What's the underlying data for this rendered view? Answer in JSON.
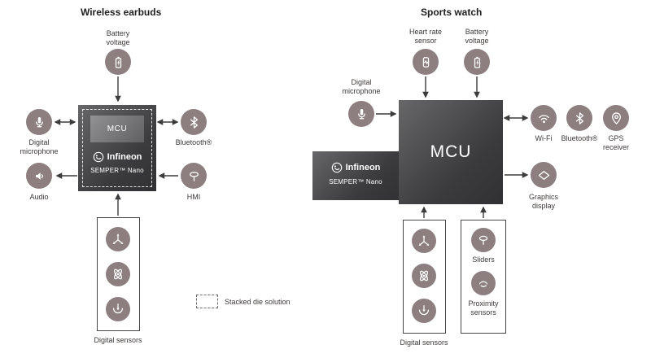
{
  "colors": {
    "node_circle": "#8d7f7f",
    "package_box": "#3b3b3d",
    "arrow": "#3c3c3c"
  },
  "left": {
    "title": "Wireless earbuds",
    "mcu_label": "MCU",
    "brand": "Infineon",
    "chip": "SEMPER™ Nano",
    "battery": "Battery voltage",
    "microphone": "Digital microphone",
    "audio": "Audio",
    "bluetooth": "Bluetooth®",
    "hmi": "HMI",
    "sensors": "Digital sensors",
    "legend": "Stacked die solution"
  },
  "right": {
    "title": "Sports watch",
    "mcu_label": "MCU",
    "brand": "Infineon",
    "chip": "SEMPER™ Nano",
    "heart": "Heart rate sensor",
    "battery": "Battery voltage",
    "microphone": "Digital microphone",
    "wifi": "Wi-Fi",
    "bluetooth": "Bluetooth®",
    "gps": "GPS receiver",
    "graphics": "Graphics display",
    "sensors": "Digital sensors",
    "sliders": "Sliders",
    "proximity": "Proximity sensors"
  }
}
